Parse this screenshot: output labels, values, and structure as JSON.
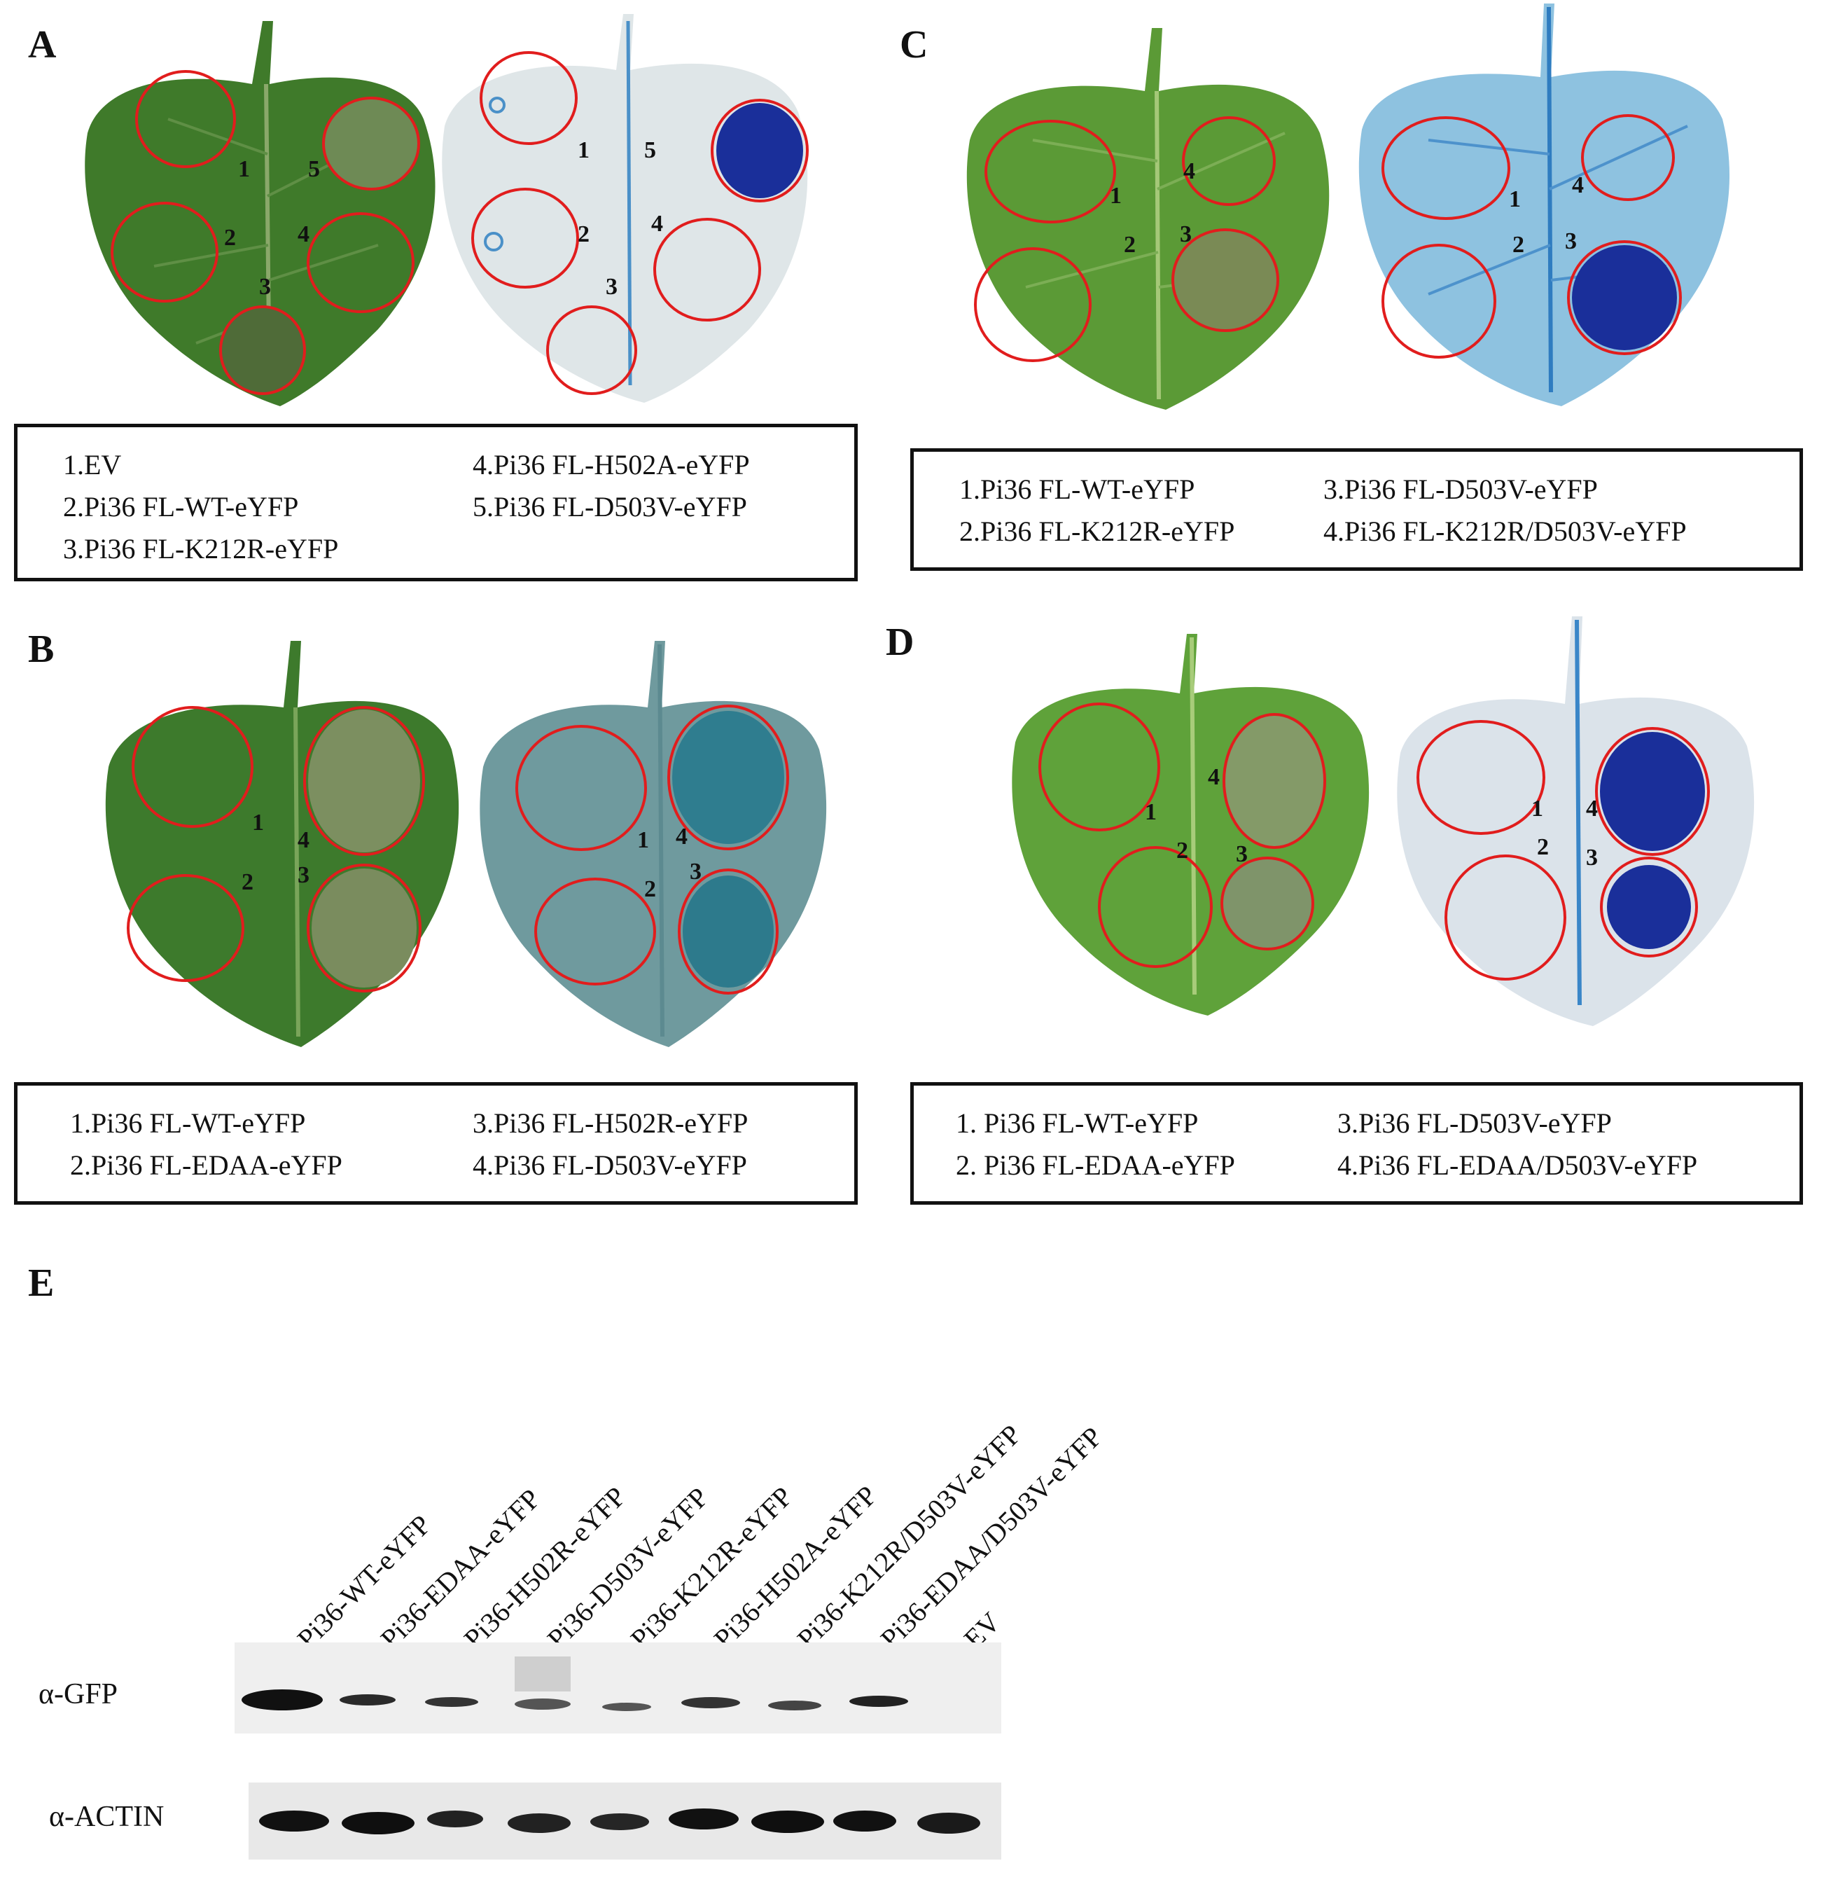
{
  "panels": {
    "A": {
      "letter": "A",
      "spots": [
        "1",
        "2",
        "3",
        "4",
        "5"
      ],
      "legend": [
        "1.EV",
        "2.Pi36 FL-WT-eYFP",
        "3.Pi36 FL-K212R-eYFP",
        "4.Pi36 FL-H502A-eYFP",
        "5.Pi36 FL-D503V-eYFP"
      ]
    },
    "B": {
      "letter": "B",
      "spots": [
        "1",
        "2",
        "3",
        "4"
      ],
      "legend": [
        "1.Pi36 FL-WT-eYFP",
        "2.Pi36 FL-EDAA-eYFP",
        "3.Pi36 FL-H502R-eYFP",
        "4.Pi36 FL-D503V-eYFP"
      ]
    },
    "C": {
      "letter": "C",
      "spots": [
        "1",
        "2",
        "3",
        "4"
      ],
      "legend": [
        "1.Pi36 FL-WT-eYFP",
        "2.Pi36 FL-K212R-eYFP",
        "3.Pi36 FL-D503V-eYFP",
        "4.Pi36 FL-K212R/D503V-eYFP"
      ]
    },
    "D": {
      "letter": "D",
      "spots": [
        "1",
        "2",
        "3",
        "4"
      ],
      "legend": [
        "1. Pi36 FL-WT-eYFP",
        "2. Pi36 FL-EDAA-eYFP",
        "3.Pi36 FL-D503V-eYFP",
        "4.Pi36 FL-EDAA/D503V-eYFP"
      ]
    },
    "E": {
      "letter": "E",
      "lanes": [
        "Pi36-WT-eYFP",
        "Pi36-EDAA-eYFP",
        "Pi36-H502R-eYFP",
        "Pi36-D503V-eYFP",
        "Pi36-K212R-eYFP",
        "Pi36-H502A-eYFP",
        "Pi36-K212R/D503V-eYFP",
        "Pi36-EDAA/D503V-eYFP",
        "EV"
      ],
      "antibodies": [
        "α-GFP",
        "α-ACTIN"
      ]
    }
  },
  "colors": {
    "leaf_green": "#3f7a2a",
    "leaf_green_light": "#5b9a36",
    "stain_background": "#dfe6e8",
    "stain_background_b": "#6f9a9e",
    "stain_blue": "#1a2f9a",
    "circle_red": "#e11d1d"
  }
}
